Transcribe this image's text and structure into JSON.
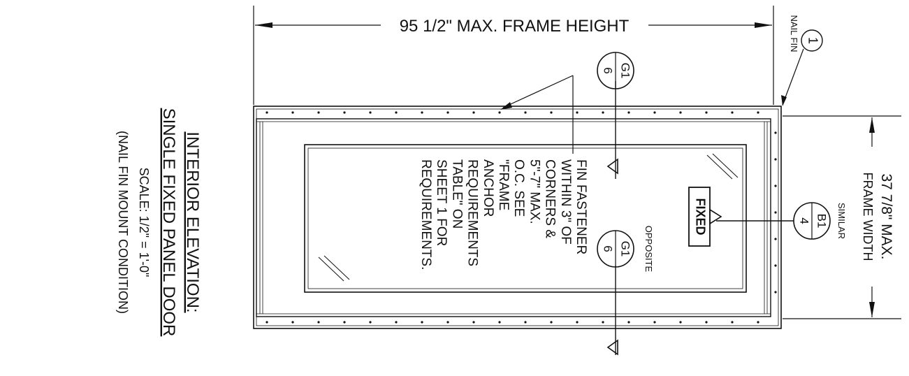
{
  "title_block": {
    "title_line1": "INTERIOR ELEVATION:",
    "title_line2": "SINGLE FIXED PANEL DOOR",
    "scale": "SCALE: 1/2\" = 1'-0\"",
    "condition": "(NAIL FIN MOUNT CONDITION)"
  },
  "dimensions": {
    "height_label": "95 1/2\" MAX. FRAME HEIGHT",
    "width_line1": "37 7/8\" MAX.",
    "width_line2": "FRAME WIDTH"
  },
  "callouts": {
    "nail_fin_number": "1",
    "nail_fin_label": "NAIL FIN",
    "section_top_upper": "G1",
    "section_top_lower": "6",
    "section_mid_upper": "G1",
    "section_mid_lower": "6",
    "section_mid_note": "OPPOSITE",
    "detail_right_upper": "B1",
    "detail_right_lower": "4",
    "detail_right_note": "SIMILAR",
    "fixed_tag": "FIXED"
  },
  "note_lines": [
    "FIN FASTENER",
    "WITHIN 3\" OF",
    "CORNERS &",
    "5\"-7\" MAX.",
    "O.C.  SEE",
    "\"FRAME",
    "ANCHOR",
    "REQUIREMENTS",
    "TABLE\"  ON",
    "SHEET 1 FOR",
    "REQUIREMENTS."
  ]
}
